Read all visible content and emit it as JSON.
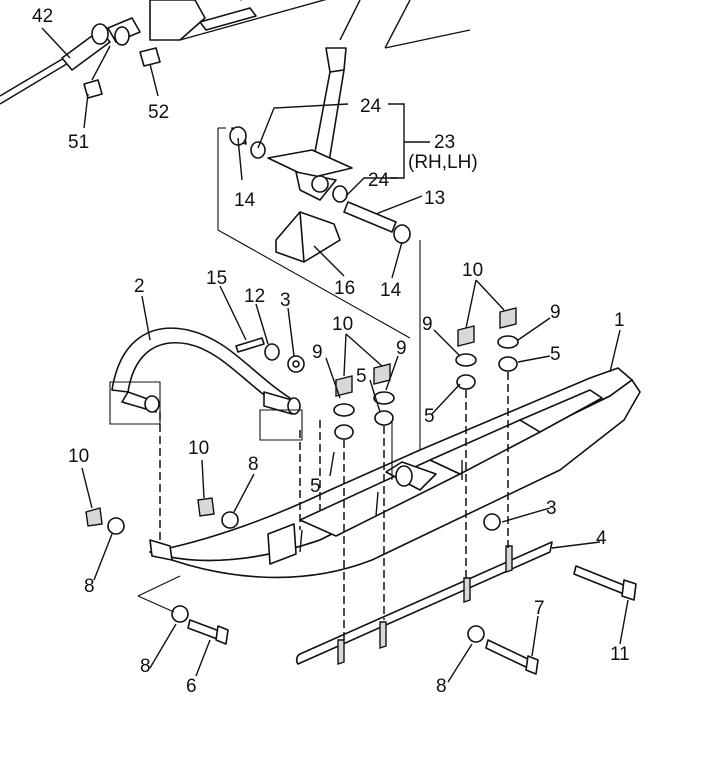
{
  "callouts": {
    "c42": "42",
    "c51": "51",
    "c52": "52",
    "c24a": "24",
    "c24b": "24",
    "c23": "23",
    "c23sub": "(RH,LH)",
    "c14a": "14",
    "c14b": "14",
    "c13": "13",
    "c16": "16",
    "c2": "2",
    "c15": "15",
    "c12": "12",
    "c3a": "3",
    "c3b": "3",
    "c10a": "10",
    "c10b": "10",
    "c10c": "10",
    "c10d": "10",
    "c9a": "9",
    "c9b": "9",
    "c9c": "9",
    "c9d": "9",
    "c5a": "5",
    "c5b": "5",
    "c5c": "5",
    "c5d": "5",
    "c1": "1",
    "c4": "4",
    "c11": "11",
    "c7": "7",
    "c6": "6",
    "c8a": "8",
    "c8b": "8",
    "c8c": "8",
    "c8d": "8"
  }
}
